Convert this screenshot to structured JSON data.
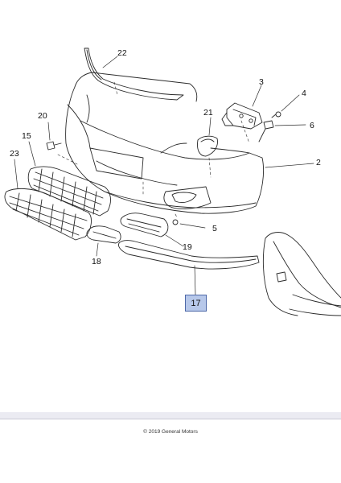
{
  "diagram": {
    "callouts": [
      "22",
      "3",
      "4",
      "21",
      "6",
      "20",
      "15",
      "2",
      "23",
      "5",
      "19",
      "18",
      "17"
    ],
    "highlighted_callout": "17",
    "highlight_color": "#b7c8ea",
    "line_color": "#2a2a2a"
  },
  "footer": {
    "copyright": "© 2019 General Motors"
  }
}
